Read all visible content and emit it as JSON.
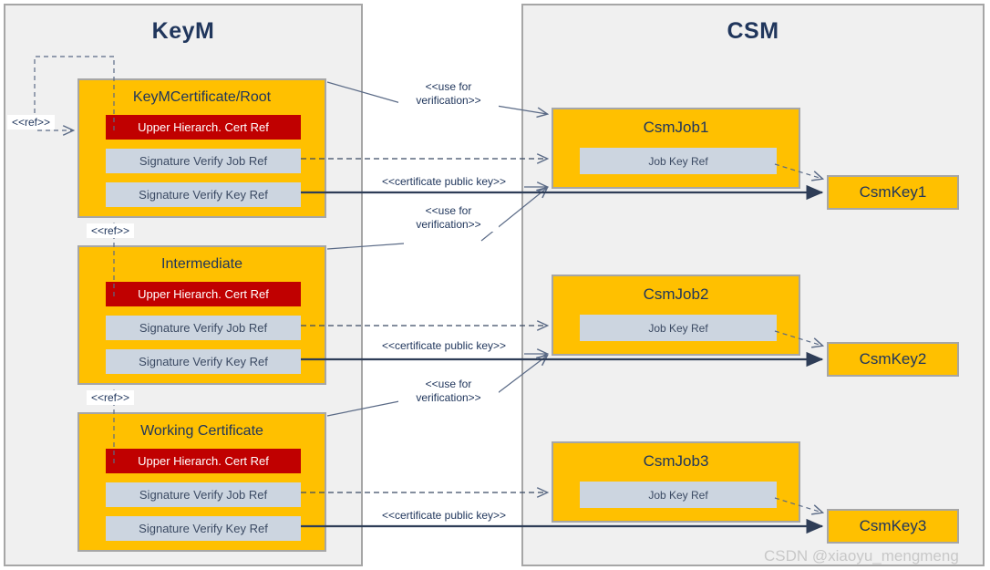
{
  "panels": [
    {
      "id": "keym",
      "title": "KeyM"
    },
    {
      "id": "csm",
      "title": "CSM"
    }
  ],
  "certificates": [
    {
      "title": "KeyMCertificate/Root",
      "rows": [
        {
          "type": "red",
          "label": "Upper Hierarch. Cert Ref"
        },
        {
          "type": "grey",
          "label": "Signature  Verify Job Ref"
        },
        {
          "type": "grey",
          "label": "Signature  Verify Key Ref"
        }
      ]
    },
    {
      "title": "Intermediate",
      "rows": [
        {
          "type": "red",
          "label": "Upper Hierarch. Cert Ref"
        },
        {
          "type": "grey",
          "label": "Signature  Verify Job Ref"
        },
        {
          "type": "grey",
          "label": "Signature  Verify Key Ref"
        }
      ]
    },
    {
      "title": "Working Certificate",
      "rows": [
        {
          "type": "red",
          "label": "Upper Hierarch. Cert Ref"
        },
        {
          "type": "grey",
          "label": "Signature  Verify Job Ref"
        },
        {
          "type": "grey",
          "label": "Signature  Verify Key Ref"
        }
      ]
    }
  ],
  "jobs": [
    {
      "title": "CsmJob1",
      "row": "Job Key Ref"
    },
    {
      "title": "CsmJob2",
      "row": "Job Key Ref"
    },
    {
      "title": "CsmJob3",
      "row": "Job Key Ref"
    }
  ],
  "keys": [
    {
      "label": "CsmKey1"
    },
    {
      "label": "CsmKey2"
    },
    {
      "label": "CsmKey3"
    }
  ],
  "edge_labels": {
    "use_for_verification_line1": "<<use for",
    "use_for_verification_line2": "verification>>",
    "certificate_public_key": "<<certificate public key>>",
    "ref": "<<ref>>"
  },
  "watermark": "CSDN @xiaoyu_mengmeng",
  "colors": {
    "panel_bg": "#f0f0f0",
    "panel_border": "#a6a6a6",
    "gold": "#FFC000",
    "red": "#C00000",
    "grey_row": "#CCD5E0",
    "text_dark": "#20365c",
    "line": "#2e3d57"
  }
}
